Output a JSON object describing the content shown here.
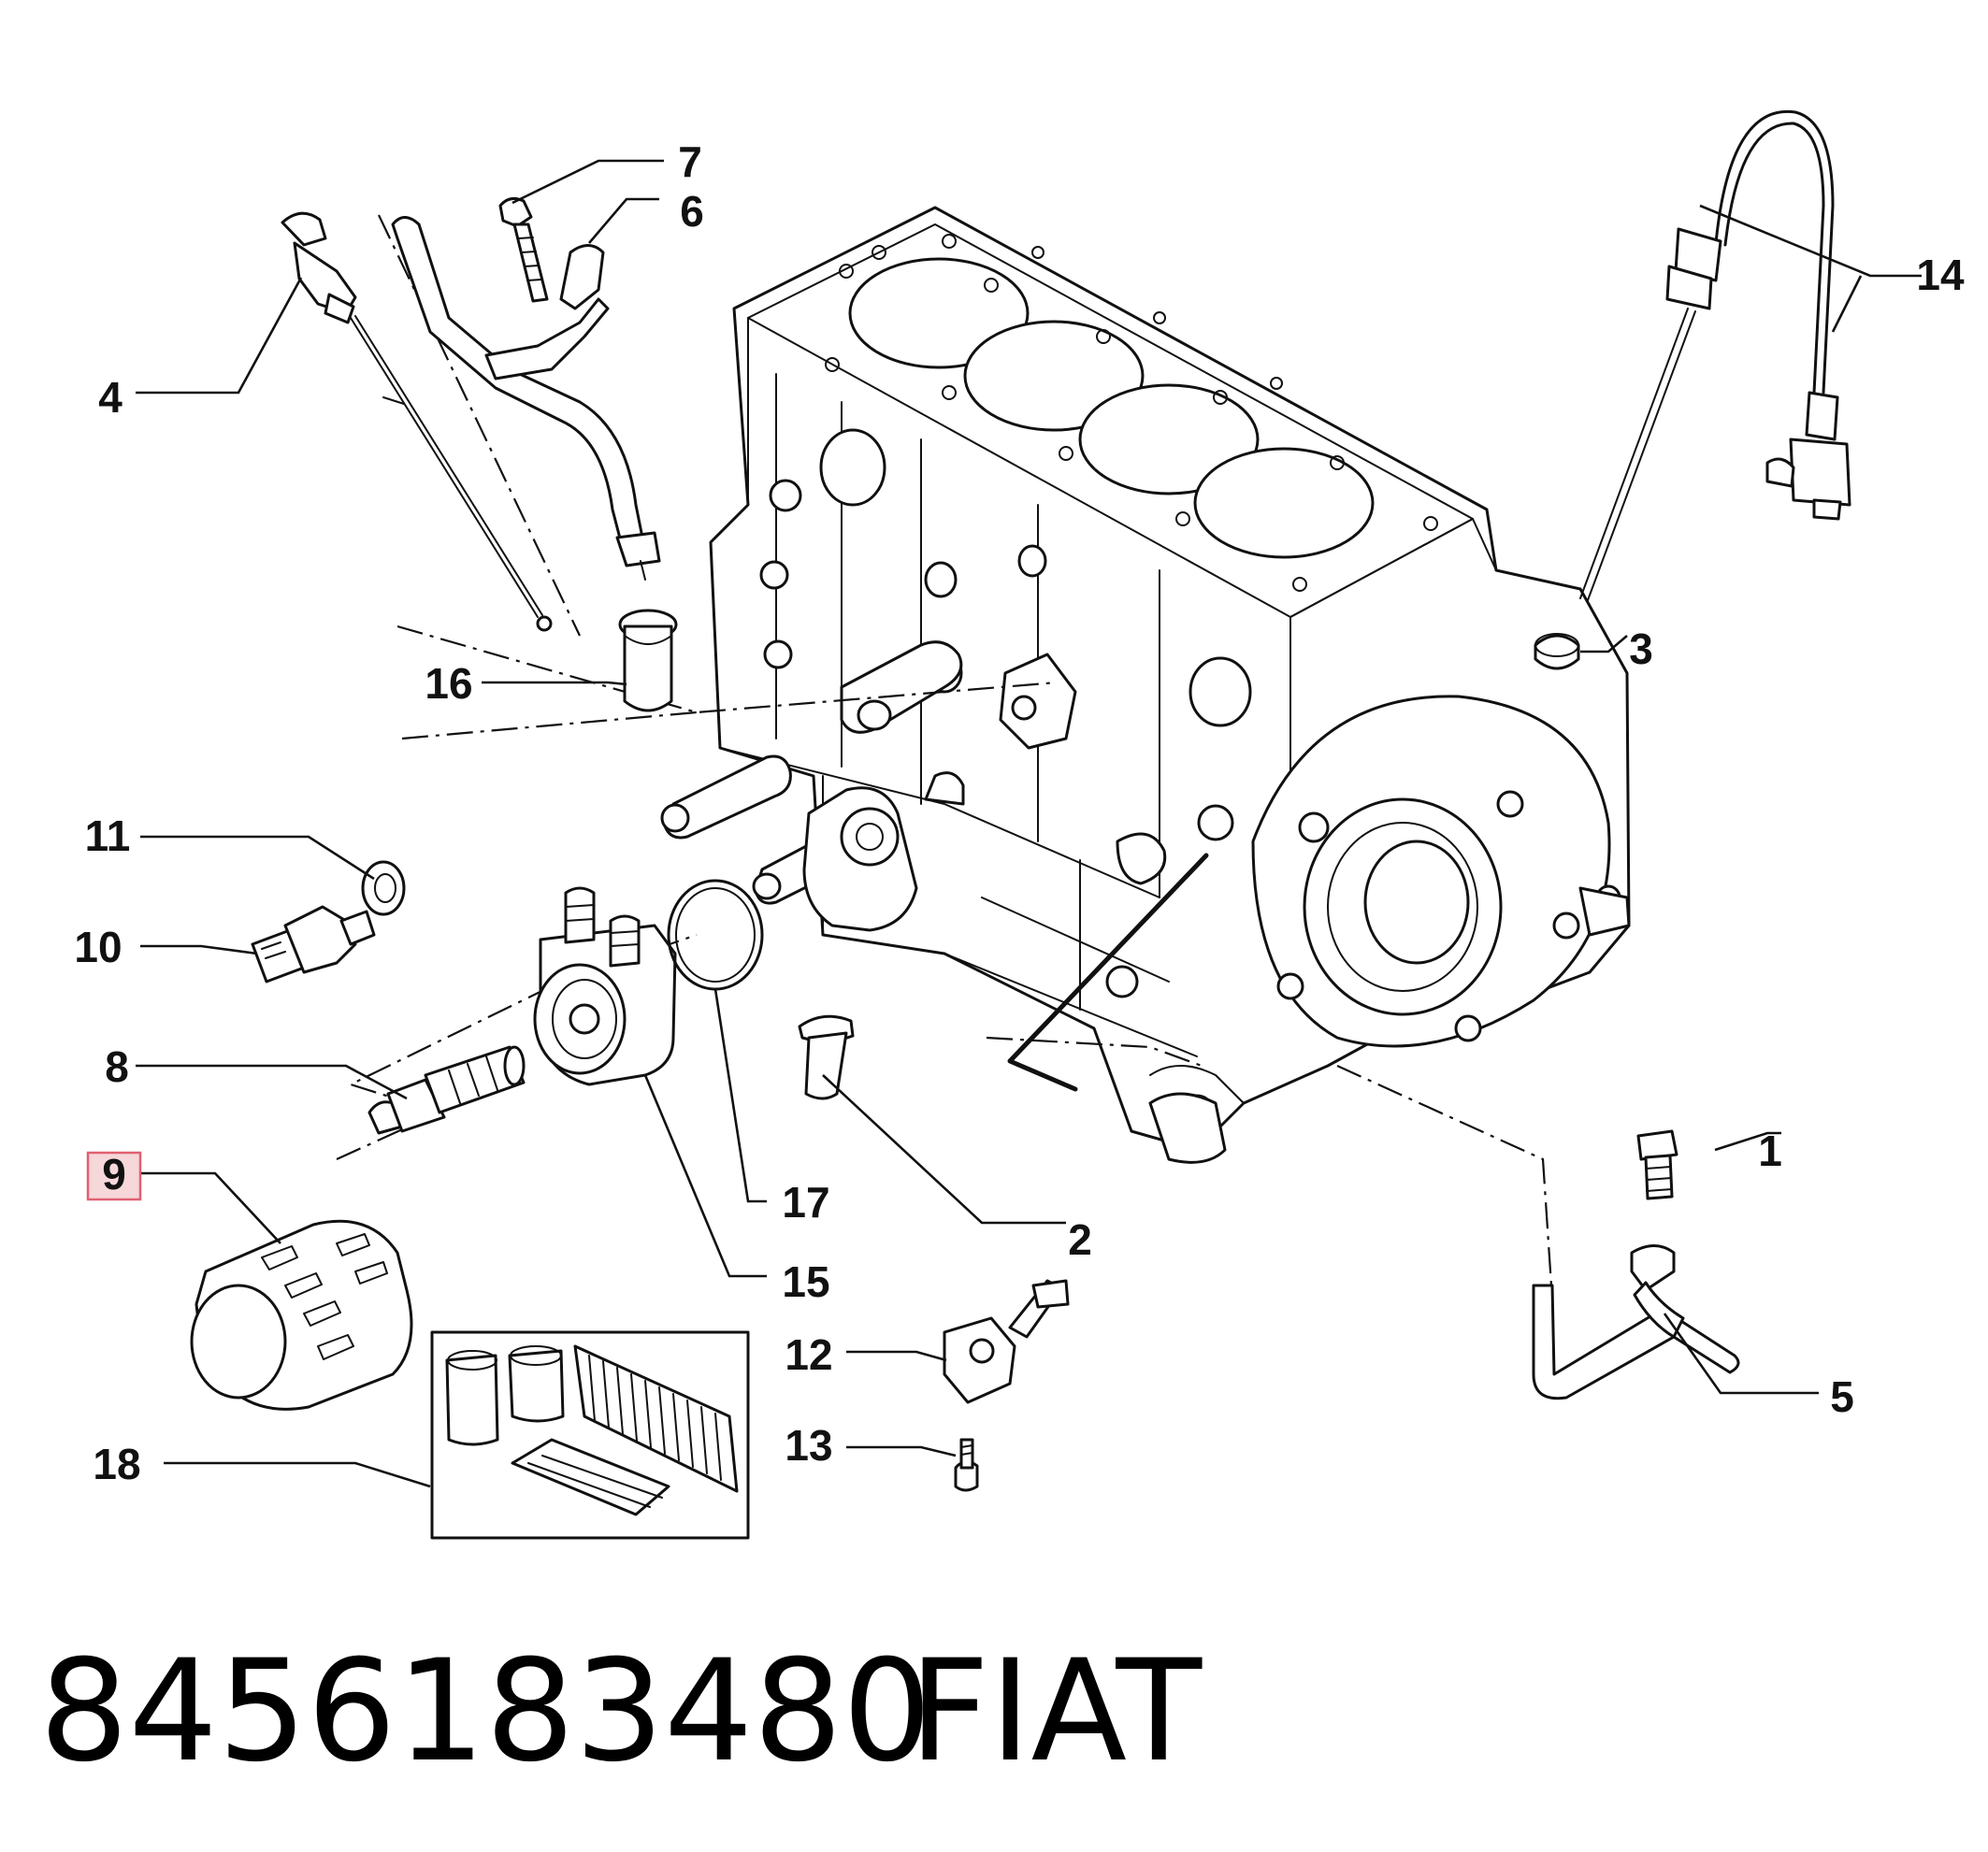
{
  "callouts": [
    {
      "id": "1",
      "label": "1",
      "highlighted": false
    },
    {
      "id": "2",
      "label": "2",
      "highlighted": false
    },
    {
      "id": "3",
      "label": "3",
      "highlighted": false
    },
    {
      "id": "4",
      "label": "4",
      "highlighted": false
    },
    {
      "id": "5",
      "label": "5",
      "highlighted": false
    },
    {
      "id": "6",
      "label": "6",
      "highlighted": false
    },
    {
      "id": "7",
      "label": "7",
      "highlighted": false
    },
    {
      "id": "8",
      "label": "8",
      "highlighted": false
    },
    {
      "id": "9",
      "label": "9",
      "highlighted": true
    },
    {
      "id": "10",
      "label": "10",
      "highlighted": false
    },
    {
      "id": "11",
      "label": "11",
      "highlighted": false
    },
    {
      "id": "12",
      "label": "12",
      "highlighted": false
    },
    {
      "id": "13",
      "label": "13",
      "highlighted": false
    },
    {
      "id": "14",
      "label": "14",
      "highlighted": false
    },
    {
      "id": "15",
      "label": "15",
      "highlighted": false
    },
    {
      "id": "16",
      "label": "16",
      "highlighted": false
    },
    {
      "id": "17",
      "label": "17",
      "highlighted": false
    },
    {
      "id": "18",
      "label": "18",
      "highlighted": false
    }
  ],
  "footer": {
    "part_number": "8456183480",
    "brand": "FIAT"
  },
  "colors": {
    "line": "#111111",
    "highlight_border": "#e06070",
    "highlight_fill": "#f6d7da",
    "background": "#ffffff"
  }
}
